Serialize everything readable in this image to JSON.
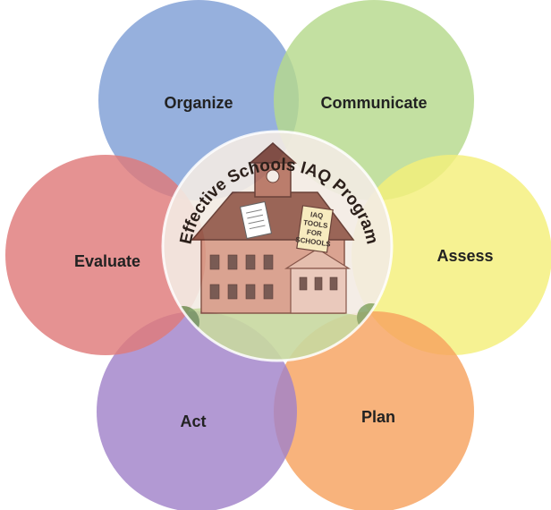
{
  "diagram": {
    "center_title": "Effective Schools IAQ Program",
    "center_image": {
      "name": "school-building-illustration",
      "sign_lines": [
        "IAQ",
        "TOOLS",
        "FOR",
        "SCHOOLS"
      ]
    },
    "petals": [
      {
        "id": "organize",
        "label": "Organize",
        "color": "#7f9fd6"
      },
      {
        "id": "communicate",
        "label": "Communicate",
        "color": "#b6d98c"
      },
      {
        "id": "assess",
        "label": "Assess",
        "color": "#f4ef7a"
      },
      {
        "id": "plan",
        "label": "Plan",
        "color": "#f6a25f"
      },
      {
        "id": "act",
        "label": "Act",
        "color": "#a182c9"
      },
      {
        "id": "evaluate",
        "label": "Evaluate",
        "color": "#df7a7a"
      }
    ]
  }
}
